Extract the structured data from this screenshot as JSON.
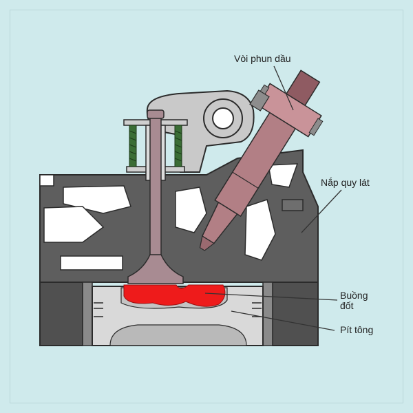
{
  "labels": {
    "injector": "Vòi phun dầu",
    "cylinder_head": "Nắp quy lát",
    "combustion_chamber_line1": "Buồng",
    "combustion_chamber_line2": "đốt",
    "piston": "Pít tông"
  },
  "colors": {
    "background": "#cfeaec",
    "head_body": "#5e5e5e",
    "head_outline": "#2b2b2b",
    "cavity": "#ffffff",
    "block": "#505050",
    "piston": "#d9d9d9",
    "valve": "#a88b92",
    "injector_body": "#b27f85",
    "combustion": "#ee1b1b",
    "rocker": "#c9c9c9",
    "spring": "#3a6d35",
    "leader": "#333333"
  }
}
